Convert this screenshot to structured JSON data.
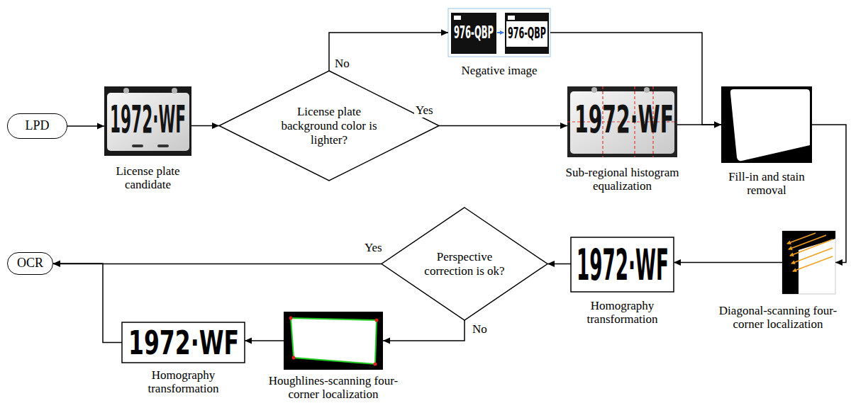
{
  "diagram": {
    "nodes": [
      {
        "text": [
          "LPD"
        ]
      },
      {
        "text": [
          "License plate candidate"
        ]
      },
      {
        "text": [
          "License plate background color is lighter?"
        ]
      },
      {
        "text": [
          "Negative image"
        ]
      },
      {
        "text": [
          "Sub-regional histogram equalization"
        ]
      },
      {
        "text": [
          "Fill-in and stain removal"
        ]
      },
      {
        "text": [
          "Diagonal-scanning four-corner localization"
        ]
      },
      {
        "text": [
          "Homography transformation"
        ]
      },
      {
        "text": [
          "Perspective correction is ok?"
        ]
      },
      {
        "text": [
          "OCR"
        ]
      },
      {
        "text": [
          "Houghlines-scanning four-corner localization"
        ]
      },
      {
        "text": [
          "Homography transformation"
        ]
      }
    ],
    "edges": [
      {
        "from": 0,
        "to": 1,
        "arrow": "to"
      },
      {
        "from": 1,
        "to": 2,
        "arrow": "to"
      },
      {
        "from": 2,
        "to": 3,
        "label": "No",
        "arrow": "to"
      },
      {
        "from": 2,
        "to": 4,
        "label": "Yes",
        "arrow": "to"
      },
      {
        "from": 3,
        "to": 5,
        "arrow": "to"
      },
      {
        "from": 4,
        "to": 5,
        "arrow": "to"
      },
      {
        "from": 5,
        "to": 6,
        "arrow": "to"
      },
      {
        "from": 6,
        "to": 7,
        "arrow": "to"
      },
      {
        "from": 7,
        "to": 8,
        "arrow": "to"
      },
      {
        "from": 8,
        "to": 9,
        "label": "Yes",
        "arrow": "to"
      },
      {
        "from": 8,
        "to": 10,
        "label": "No",
        "arrow": "to"
      },
      {
        "from": 10,
        "to": 11,
        "arrow": "to"
      },
      {
        "from": 11,
        "to": 9,
        "arrow": "to"
      }
    ],
    "labels": [
      "1972·WF",
      "976-QBP",
      "976-QBP",
      "1972·WF",
      "1972·WF",
      "1972·WF"
    ]
  }
}
